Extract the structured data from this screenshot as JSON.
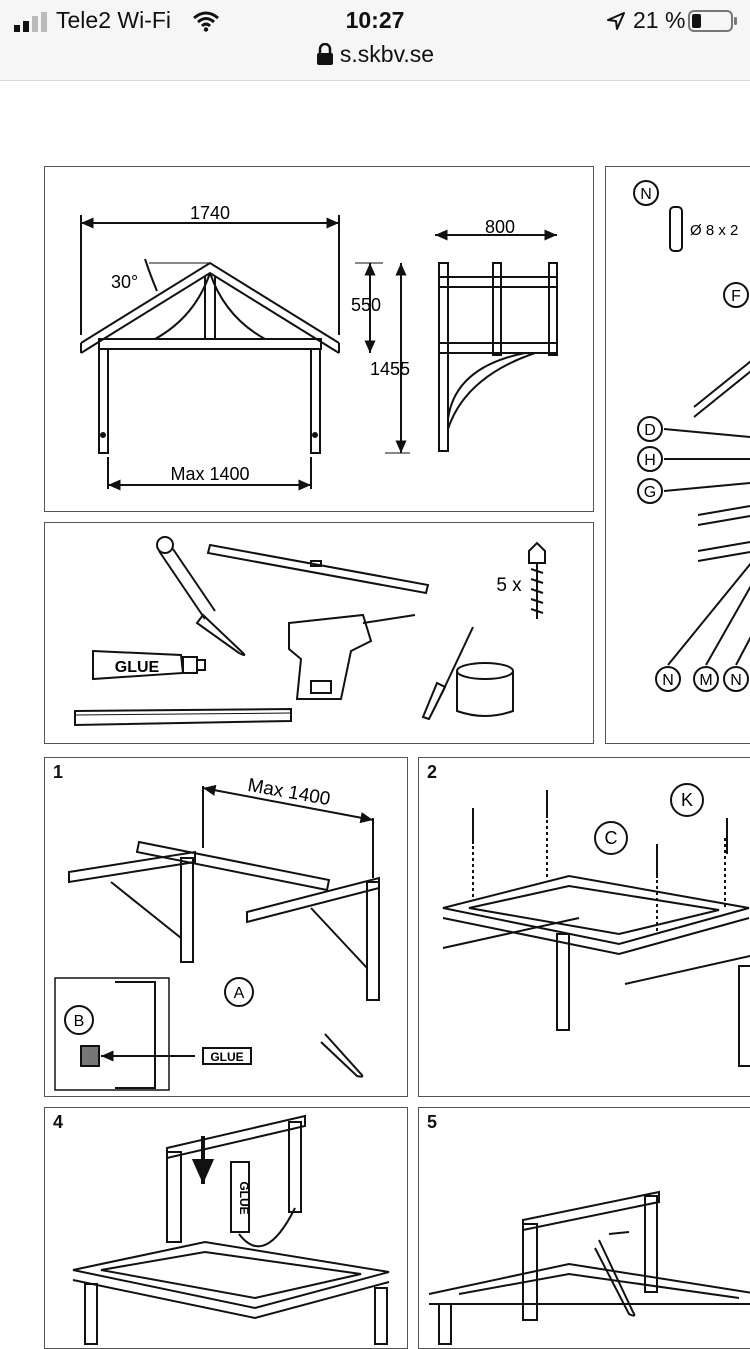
{
  "status": {
    "carrier": "Tele2 Wi-Fi",
    "time": "10:27",
    "battery_pct": "21 %",
    "url": "s.skbv.se"
  },
  "panel_dims": {
    "width": "1740",
    "depth": "800",
    "angle": "30°",
    "roof_height": "550",
    "total_height": "1455",
    "max_span": "Max 1400"
  },
  "panel_tools": {
    "glue_label": "GLUE",
    "screw_count": "5 x"
  },
  "panel_parts": {
    "labels": [
      "N",
      "F",
      "D",
      "H",
      "G",
      "N",
      "M",
      "N"
    ],
    "dowel_spec": "Ø 8 x 2"
  },
  "steps": [
    {
      "number": "1",
      "dimension": "Max 1400",
      "labels": [
        "A",
        "B"
      ],
      "glue_label": "GLUE"
    },
    {
      "number": "2",
      "labels": [
        "C",
        "K"
      ]
    },
    {
      "number": "4",
      "glue_label": "GLUE"
    },
    {
      "number": "5"
    }
  ]
}
